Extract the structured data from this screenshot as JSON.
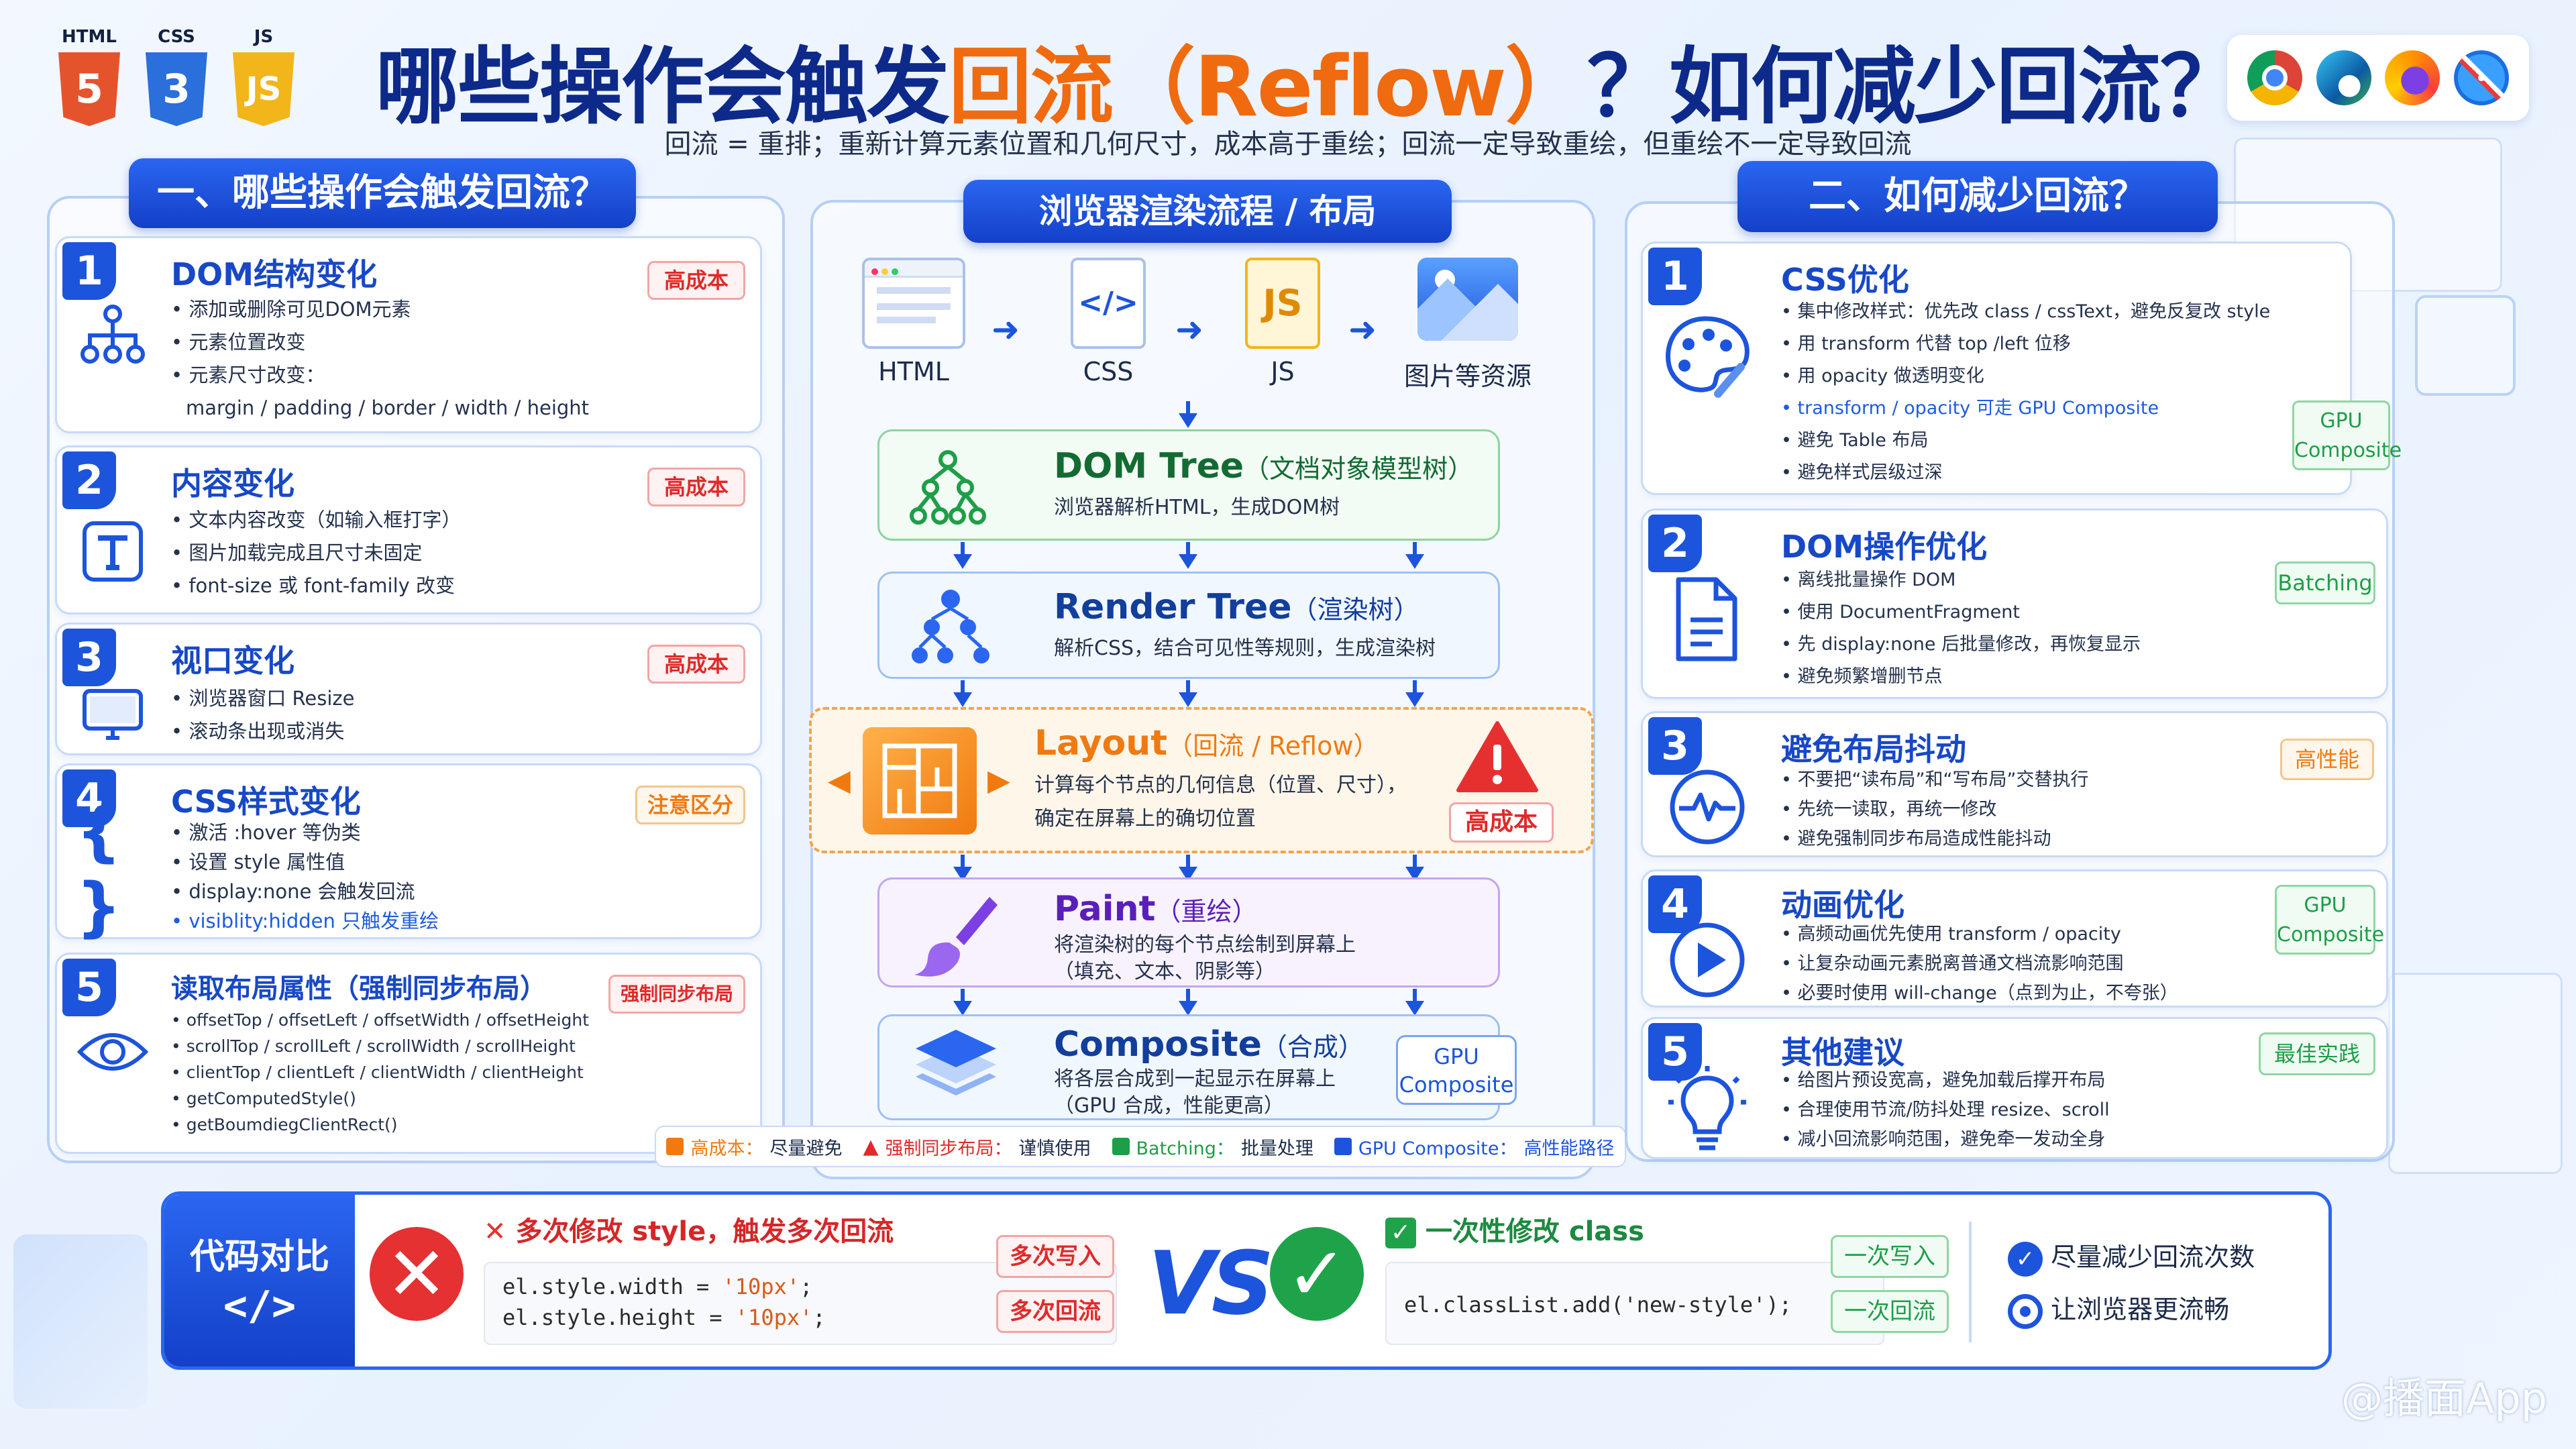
{
  "header": {
    "title_part1": "哪些操作会触发",
    "title_highlight": "回流（Reflow）",
    "title_part2": "？如何减少回流？",
    "subtitle": "回流 = 重排；重新计算元素位置和几何尺寸，成本高于重绘；回流一定导致重绘，但重绘不一定导致回流",
    "tech_logos": [
      {
        "label": "HTML",
        "glyph": "5",
        "color": "#e5532d",
        "icon": "html5-icon"
      },
      {
        "label": "CSS",
        "glyph": "3",
        "color": "#2a6fdb",
        "icon": "css3-icon"
      },
      {
        "label": "JS",
        "glyph": "JS",
        "color": "#f2b61b",
        "icon": "js-icon"
      }
    ],
    "browsers": [
      "chrome-icon",
      "edge-icon",
      "firefox-icon",
      "safari-icon"
    ]
  },
  "left_panel": {
    "title": "一、哪些操作会触发回流？",
    "items": [
      {
        "num": "1",
        "title": "DOM结构变化",
        "tag": "高成本",
        "icon": "hierarchy-icon",
        "bullets": [
          "添加或删除可见DOM元素",
          "元素位置改变",
          "元素尺寸改变："
        ],
        "extra": "margin / padding / border / width / height"
      },
      {
        "num": "2",
        "title": "内容变化",
        "tag": "高成本",
        "icon": "text-icon",
        "bullets": [
          "文本内容改变（如输入框打字）",
          "图片加载完成且尺寸未固定",
          "font-size 或 font-family 改变"
        ]
      },
      {
        "num": "3",
        "title": "视口变化",
        "tag": "高成本",
        "icon": "monitor-icon",
        "bullets": [
          "浏览器窗口 Resize",
          "滚动条出现或消失"
        ]
      },
      {
        "num": "4",
        "title": "CSS样式变化",
        "tag": "注意区分",
        "icon": "braces-icon",
        "bullets": [
          "激活 :hover 等伪类",
          "设置 style 属性值",
          "display:none 会触发回流"
        ],
        "highlight": "visiblity:hidden 只触发重绘"
      },
      {
        "num": "5",
        "title": "读取布局属性（强制同步布局）",
        "tag": "强制同步布局",
        "icon": "eye-icon",
        "bullets": [
          "offsetTop / offsetLeft / offsetWidth / offsetHeight",
          "scrollTop / scrollLeft / scrollWidth / scrollHeight",
          "clientTop / clientLeft / clientWidth / clientHeight",
          "getComputedStyle()",
          "getBoumdiegClientRect()"
        ]
      }
    ]
  },
  "center_panel": {
    "title": "浏览器渲染流程 / 布局",
    "sources": [
      {
        "label": "HTML",
        "icon": "html-file-icon"
      },
      {
        "label": "CSS",
        "icon": "css-file-icon"
      },
      {
        "label": "JS",
        "icon": "js-file-icon"
      },
      {
        "label": "图片等资源",
        "icon": "image-icon"
      }
    ],
    "steps": [
      {
        "title": "DOM Tree",
        "sub": "（文档对象模型树）",
        "desc": [
          "浏览器解析HTML，生成DOM树"
        ],
        "icon": "tree-icon"
      },
      {
        "title": "Render Tree",
        "sub": "（渲染树）",
        "desc": [
          "解析CSS，结合可见性等规则，生成渲染树"
        ],
        "icon": "render-tree-icon"
      },
      {
        "title": "Layout",
        "sub": "（回流 / Reflow）",
        "desc": [
          "计算每个节点的几何信息（位置、尺寸），",
          "确定在屏幕上的确切位置"
        ],
        "icon": "layout-icon",
        "badge": "高成本"
      },
      {
        "title": "Paint",
        "sub": "（重绘）",
        "desc": [
          "将渲染树的每个节点绘制到屏幕上",
          "（填充、文本、阴影等）"
        ],
        "icon": "brush-icon"
      },
      {
        "title": "Composite",
        "sub": "（合成）",
        "desc": [
          "将各层合成到一起显示在屏幕上",
          "（GPU 合成，性能更高）"
        ],
        "icon": "layers-icon",
        "badge": "GPU\nComposite"
      }
    ],
    "legend": [
      {
        "key": "高成本：",
        "text": "尽量避免",
        "color": "#f07a10"
      },
      {
        "key": "强制同步布局：",
        "text": "谨慎使用",
        "color": "#e02a2a"
      },
      {
        "key": "Batching：",
        "text": "批量处理",
        "color": "#1e9e48"
      },
      {
        "key": "GPU Composite：",
        "text": "高性能路径",
        "color": "#1d54dc"
      }
    ]
  },
  "right_panel": {
    "title": "二、如何减少回流？",
    "items": [
      {
        "num": "1",
        "title": "CSS优化",
        "tag": "GPU\nComposite",
        "icon": "palette-icon",
        "bullets": [
          "集中修改样式：优先改 class / cssText，避免反复改 style",
          "用 transform 代替 top /left 位移",
          "用 opacity 做透明变化",
          "transform / opacity 可走 GPU Composite",
          "避免 Table 布局",
          "避免样式层级过深"
        ]
      },
      {
        "num": "2",
        "title": "DOM操作优化",
        "tag": "Batching",
        "icon": "document-icon",
        "bullets": [
          "离线批量操作 DOM",
          "使用 DocumentFragment",
          "先 display:none 后批量修改，再恢复显示",
          "避免频繁增删节点"
        ]
      },
      {
        "num": "3",
        "title": "避免布局抖动",
        "tag": "高性能",
        "icon": "pulse-icon",
        "bullets": [
          "不要把“读布局”和“写布局”交替执行",
          "先统一读取，再统一修改",
          "避免强制同步布局造成性能抖动"
        ]
      },
      {
        "num": "4",
        "title": "动画优化",
        "tag": "GPU\nComposite",
        "icon": "play-icon",
        "bullets": [
          "高频动画优先使用 transform / opacity",
          "让复杂动画元素脱离普通文档流影响范围",
          "必要时使用 will-change（点到为止，不夸张）"
        ]
      },
      {
        "num": "5",
        "title": "其他建议",
        "tag": "最佳实践",
        "icon": "lightbulb-icon",
        "bullets": [
          "给图片预设宽高，避免加载后撑开布局",
          "合理使用节流/防抖处理 resize、scroll",
          "减小回流影响范围，避免牵一发动全身"
        ]
      }
    ]
  },
  "code_compare": {
    "label": "代码对比",
    "label_icon": "</>",
    "bad_title": "多次修改 style，触发多次回流",
    "bad_code": [
      "el.style.width = ",
      "'10px'",
      ";",
      "el.style.height = ",
      "'10px'",
      ";"
    ],
    "bad_tags": [
      "多次写入",
      "多次回流"
    ],
    "vs": "VS",
    "good_title": "一次性修改 class",
    "good_code": "el.classList.add('new-style');",
    "good_tags": [
      "一次写入",
      "一次回流"
    ],
    "summary": [
      "尽量减少回流次数",
      "让浏览器更流畅"
    ]
  },
  "watermark": "@播面App"
}
